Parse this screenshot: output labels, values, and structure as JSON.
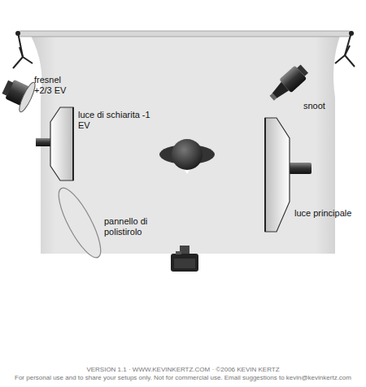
{
  "diagram": {
    "labels": [
      "fresnel +2/3 EV",
      "luce di schiarita -1 EV",
      "pannello di polistirolo",
      "snoot",
      "luce principale",
      "VERSION 1.1 · WWW.KEVINKERTZ.COM · ©2006 KEVIN KERTZ",
      "For personal use and to share your setups only. Not for commercial use. Email suggestions to kevin@kevinkertz.com"
    ]
  }
}
